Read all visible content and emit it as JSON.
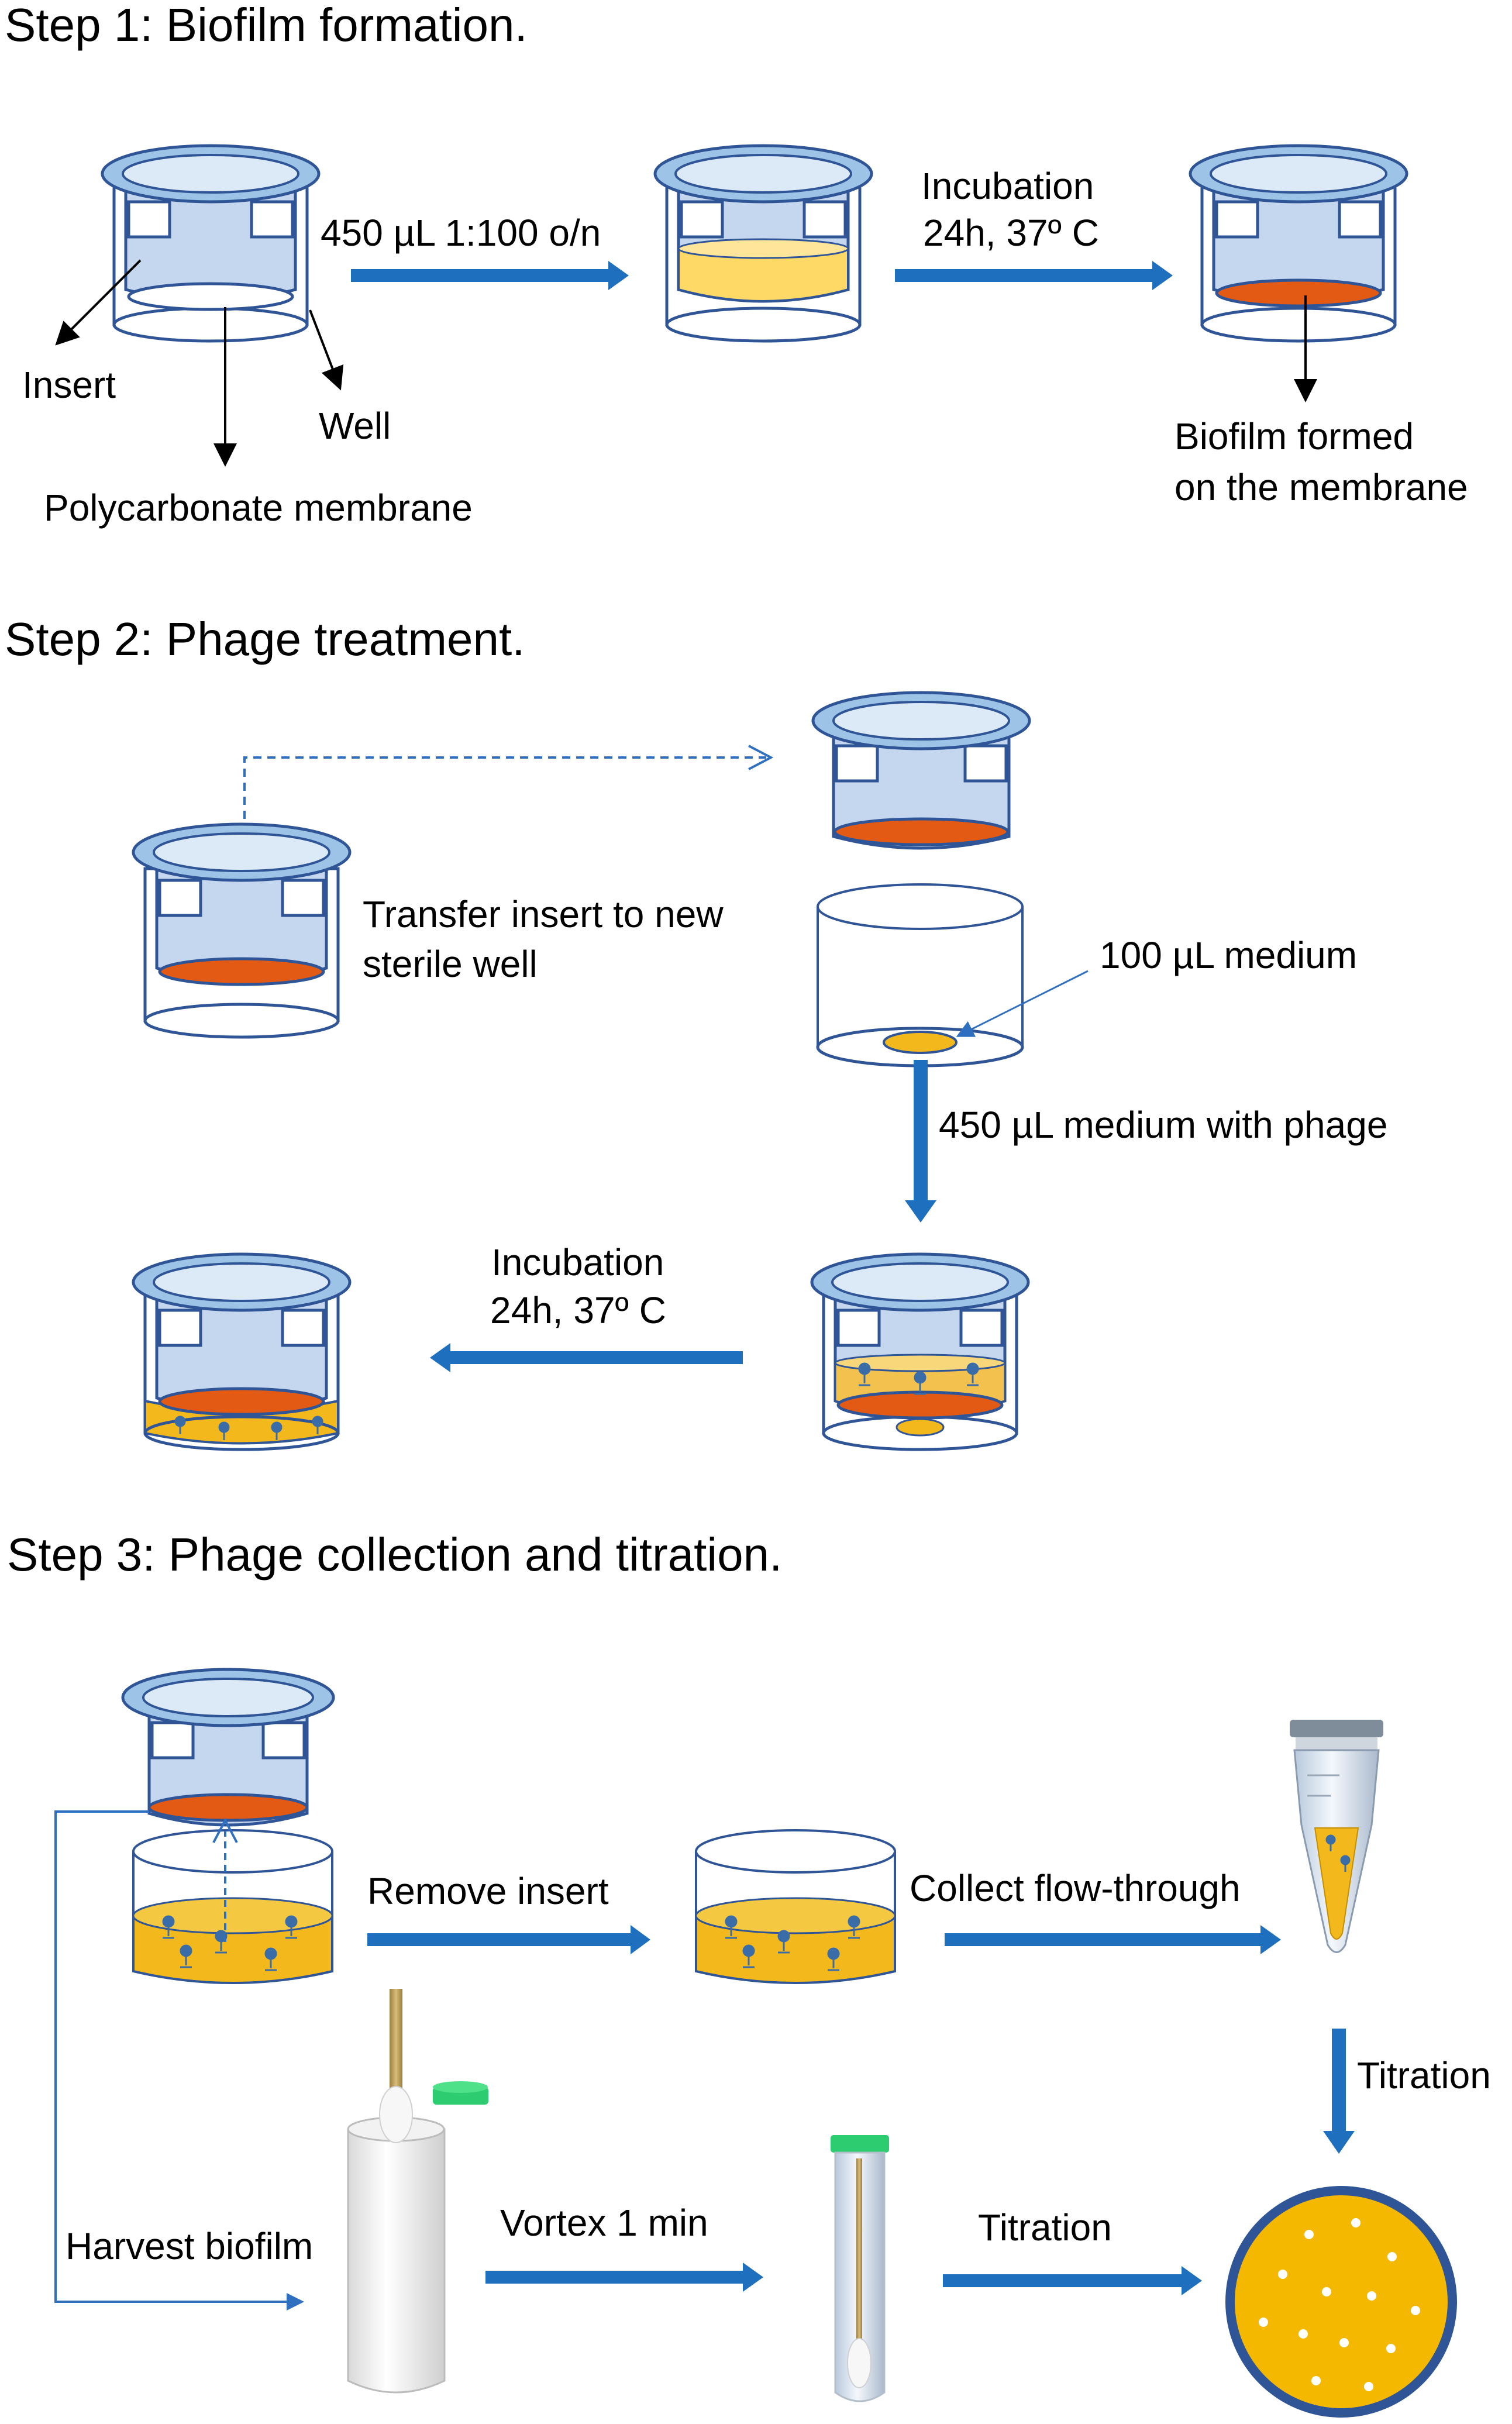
{
  "steps": [
    {
      "title": "Step 1: Biofilm formation."
    },
    {
      "title": "Step 2: Phage treatment."
    },
    {
      "title": "Step 3: Phage collection and titration."
    }
  ],
  "step1": {
    "insert_label": "Insert",
    "well_label": "Well",
    "membrane_label": "Polycarbonate membrane",
    "inoculum_label": "450 µL 1:100 o/n",
    "incubation_line1": "Incubation",
    "incubation_line2": "24h, 37º C",
    "biofilm_line1": "Biofilm formed",
    "biofilm_line2": "on the membrane"
  },
  "step2": {
    "transfer_line1": "Transfer insert to new",
    "transfer_line2": "sterile well",
    "medium_label": "100 µL medium",
    "phage_label": "450 µL medium with phage",
    "incubation_line1": "Incubation",
    "incubation_line2": "24h, 37º C"
  },
  "step3": {
    "remove_label": "Remove insert",
    "collect_label": "Collect flow-through",
    "titration_label": "Titration",
    "harvest_label": "Harvest biofilm",
    "vortex_label": "Vortex 1 min",
    "titration2_label": "Titration"
  },
  "colors": {
    "arrow_blue": "#1f6fbf",
    "well_outline": "#2f5597",
    "insert_fill": "#c5d7ee",
    "rim_fill": "#9dc3e6",
    "culture_yellow": "#ffd966",
    "biofilm_orange": "#e35a14",
    "medium_gold": "#f2b81c",
    "plate_gold": "#f5b800",
    "cap_green": "#2ecc71"
  }
}
